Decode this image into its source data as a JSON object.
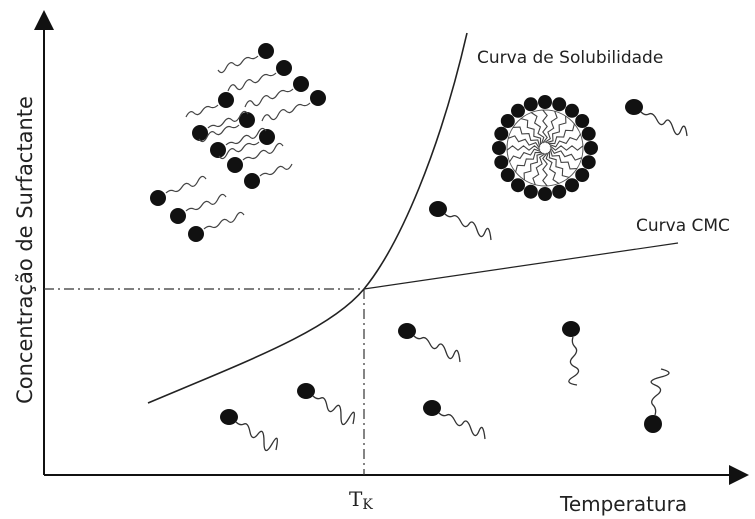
{
  "diagram": {
    "ylabel": "Concentração de Surfactante",
    "xlabel": "Temperatura",
    "solubility_curve_label": "Curva de Solubilidade",
    "cmc_curve_label": "Curva CMC",
    "krafft_point_label": {
      "main": "T",
      "sub": "K"
    },
    "colors": {
      "ink": "#111111",
      "line": "#333333"
    },
    "regions": [
      {
        "name": "crystals",
        "shape": "lamellar-bilayer"
      },
      {
        "name": "micelles",
        "shape": "spherical-micelle"
      },
      {
        "name": "monomers",
        "shape": "free-surfactant"
      }
    ]
  }
}
